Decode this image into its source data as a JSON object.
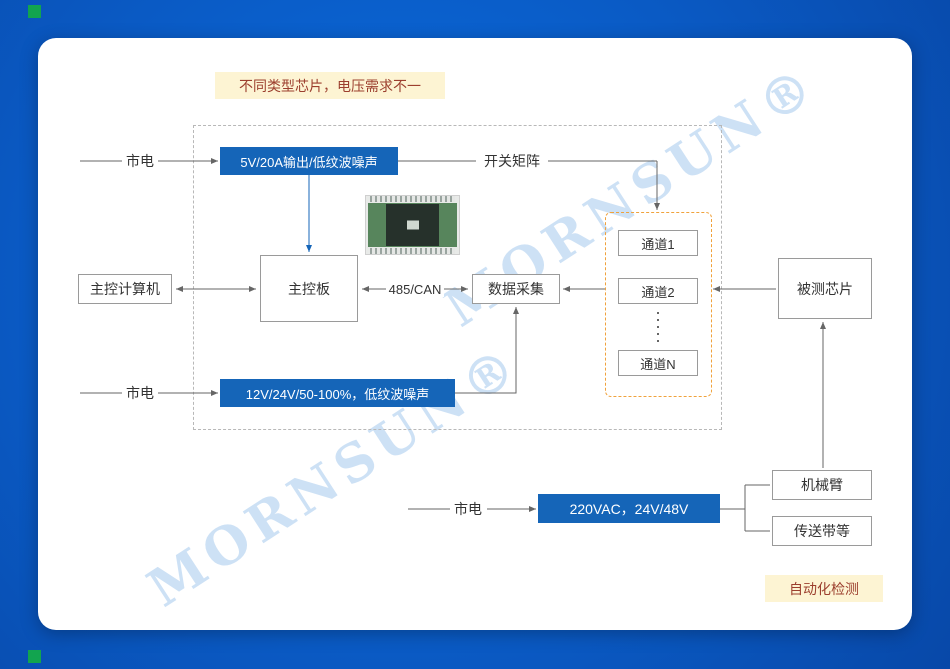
{
  "colors": {
    "background_blue": "#0a5cc8",
    "accent_blue": "#1565b8",
    "orange_dashed": "#f0a23c",
    "note_bg": "#fdf4d3",
    "note_text": "#9c3f2e",
    "line_gray": "#666666",
    "corner_green": "#12a44f",
    "watermark_blue": "#96c0ea"
  },
  "notes": {
    "voltage": "不同类型芯片，电压需求不一",
    "automation": "自动化检测"
  },
  "watermark": {
    "text": "MORNSUN®"
  },
  "power_boxes": {
    "psu1": "5V/20A输出/低纹波噪声",
    "psu2": "12V/24V/50-100%，低纹波噪声",
    "psu3": "220VAC，24V/48V"
  },
  "nodes": {
    "host": "主控计算机",
    "main_board": "主控板",
    "daq": "数据采集",
    "dut": "被测芯片",
    "ch1": "通道1",
    "ch2": "通道2",
    "chN": "通道N",
    "arm": "机械臂",
    "conveyor": "传送带等"
  },
  "labels": {
    "mains": "市电",
    "switch_matrix": "开关矩阵",
    "bus": "485/CAN"
  }
}
